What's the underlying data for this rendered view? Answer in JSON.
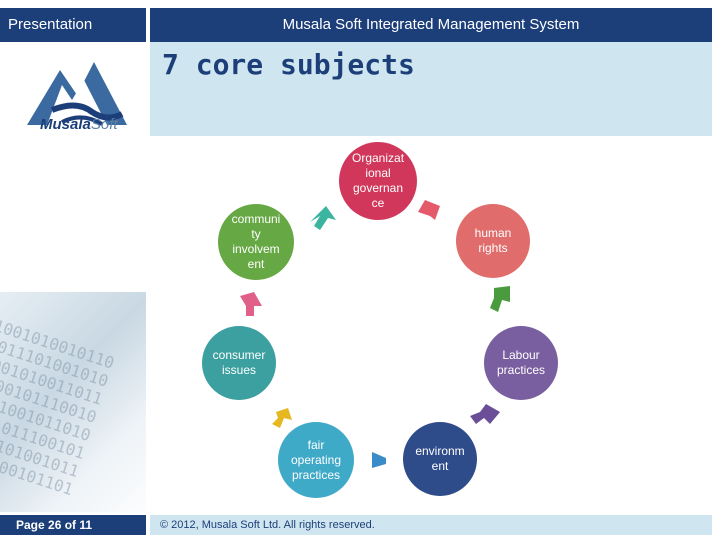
{
  "header": {
    "left_label": "Presentation",
    "right_label": "Musala Soft Integrated Management System"
  },
  "logo": {
    "brand_strong": "Musala",
    "brand_light": "Soft"
  },
  "slide": {
    "title": "7 core subjects"
  },
  "diagram": {
    "nodes": [
      {
        "id": "org",
        "label": "Organizat ional governan ce",
        "color": "#d0375a"
      },
      {
        "id": "human",
        "label": "human rights",
        "color": "#e06c6c"
      },
      {
        "id": "labour",
        "label": "Labour practices",
        "color": "#7a5fa0"
      },
      {
        "id": "env",
        "label": "environm ent",
        "color": "#2e4b8a"
      },
      {
        "id": "fair",
        "label": "fair operating practices",
        "color": "#3fa9c8"
      },
      {
        "id": "consumer",
        "label": "consumer issues",
        "color": "#3c9fa0"
      },
      {
        "id": "community",
        "label": "communi ty involvem ent",
        "color": "#66a844"
      }
    ]
  },
  "footer": {
    "page": "Page 26 of 11",
    "copyright": "© 2012, Musala Soft Ltd. All rights reserved."
  }
}
